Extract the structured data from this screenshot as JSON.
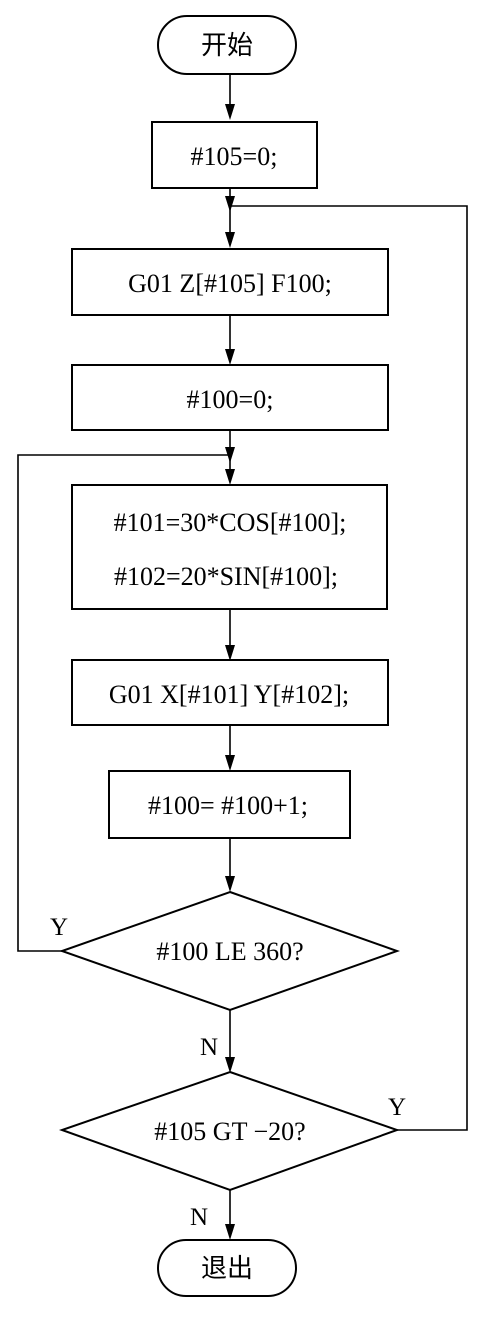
{
  "flowchart": {
    "start": "开始",
    "init_z": "#105=0;",
    "move_z": "G01 Z[#105] F100;",
    "init_angle": "#100=0;",
    "calc_x": "#101=30*COS[#100];",
    "calc_y": "#102=20*SIN[#100];",
    "move_xy": "G01 X[#101] Y[#102];",
    "increment": "#100= #100+1;",
    "decision_angle": "#100 LE 360?",
    "decision_depth": "#105 GT −20?",
    "end": "退出",
    "yes_label_1": "Y",
    "no_label_1": "N",
    "yes_label_2": "Y",
    "no_label_2": "N"
  }
}
